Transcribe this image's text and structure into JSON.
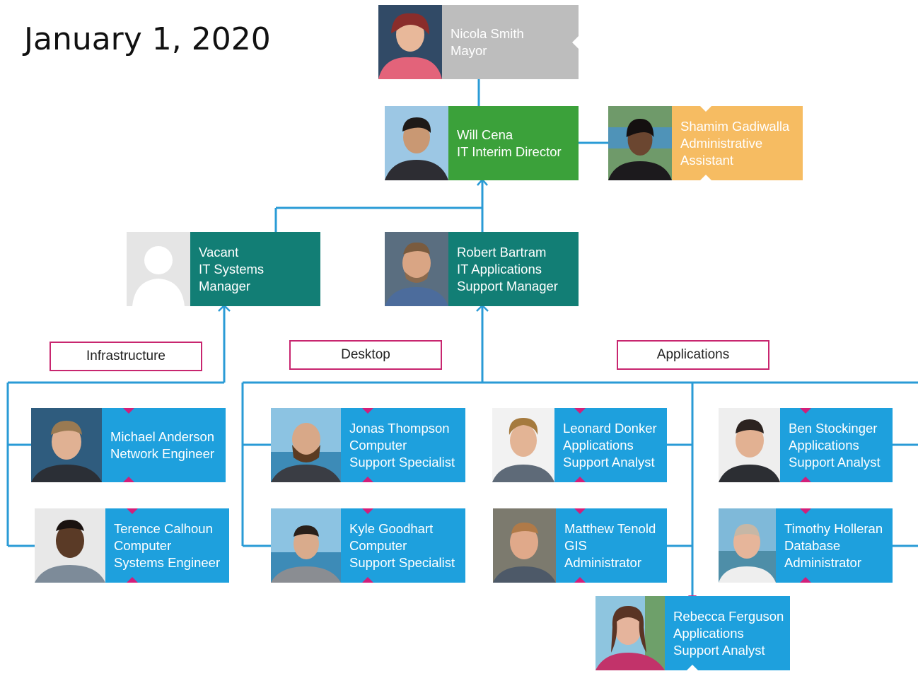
{
  "header": {
    "date": "January 1, 2020"
  },
  "colors": {
    "connector": "#2a9bd6",
    "executive": "#bdbdbd",
    "director": "#3ba13a",
    "assistant": "#f6bc62",
    "manager": "#127e75",
    "staff": "#1ea0dd",
    "group_border": "#c8266f",
    "marker": "#d21f7a"
  },
  "groups": {
    "infrastructure": "Infrastructure",
    "desktop": "Desktop",
    "applications": "Applications"
  },
  "people": {
    "mayor": {
      "name": "Nicola Smith",
      "title1": "Mayor",
      "icon": "person-photo-icon"
    },
    "director": {
      "name": "Will Cena",
      "title1": "IT Interim Director",
      "icon": "person-photo-icon"
    },
    "assistant": {
      "name": "Shamim Gadiwalla",
      "title1": "Administrative",
      "title2": "Assistant",
      "icon": "person-photo-icon"
    },
    "systems_manager": {
      "name": "Vacant",
      "title1": "IT Systems",
      "title2": "Manager",
      "icon": "vacant-silhouette-icon"
    },
    "apps_manager": {
      "name": "Robert Bartram",
      "title1": "IT Applications",
      "title2": "Support Manager",
      "icon": "person-photo-icon"
    },
    "anderson": {
      "name": "Michael Anderson",
      "title1": "Network Engineer",
      "icon": "person-photo-icon"
    },
    "calhoun": {
      "name": "Terence Calhoun",
      "title1": "Computer",
      "title2": "Systems Engineer",
      "icon": "person-photo-icon"
    },
    "thompson": {
      "name": "Jonas Thompson",
      "title1": "Computer",
      "title2": "Support Specialist",
      "icon": "person-photo-icon"
    },
    "goodhart": {
      "name": "Kyle Goodhart",
      "title1": "Computer",
      "title2": "Support Specialist",
      "icon": "person-photo-icon"
    },
    "donker": {
      "name": "Leonard Donker",
      "title1": "Applications",
      "title2": "Support Analyst",
      "icon": "person-photo-icon"
    },
    "tenold": {
      "name": "Matthew Tenold",
      "title1": "GIS",
      "title2": "Administrator",
      "icon": "person-photo-icon"
    },
    "stockinger": {
      "name": "Ben Stockinger",
      "title1": "Applications",
      "title2": "Support Analyst",
      "icon": "person-photo-icon"
    },
    "holleran": {
      "name": "Timothy Holleran",
      "title1": "Database",
      "title2": "Administrator",
      "icon": "person-photo-icon"
    },
    "ferguson": {
      "name": "Rebecca Ferguson",
      "title1": "Applications",
      "title2": "Support Analyst",
      "icon": "person-photo-icon"
    }
  }
}
